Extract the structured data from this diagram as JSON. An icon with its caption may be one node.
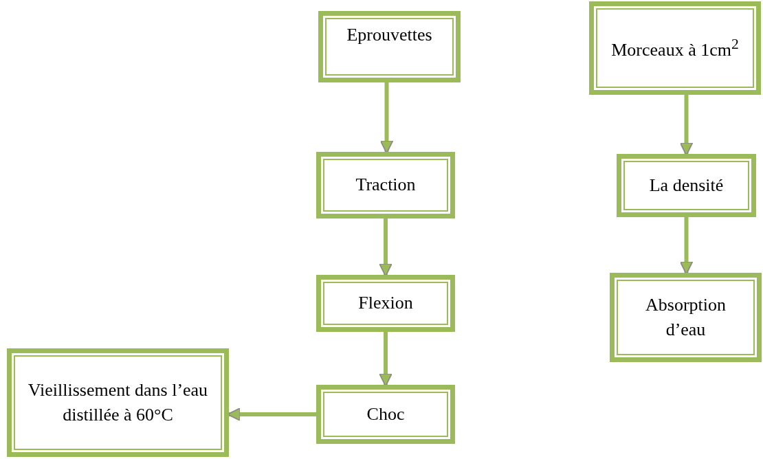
{
  "diagram": {
    "nodes": [
      {
        "text": [
          "Eprouvettes"
        ]
      },
      {
        "text": [
          "Morceaux à 1cm$^{2}$"
        ]
      },
      {
        "text": [
          "Traction"
        ]
      },
      {
        "text": [
          "La densité"
        ]
      },
      {
        "text": [
          "Flexion"
        ]
      },
      {
        "text": [
          "Absorption d’eau"
        ]
      },
      {
        "text": [
          "Vieillissement dans l’eau distillée à 60°C"
        ]
      },
      {
        "text": [
          "Choc"
        ]
      }
    ],
    "edges": [
      {
        "from": 0,
        "to": 2,
        "arrow": "to"
      },
      {
        "from": 2,
        "to": 4,
        "arrow": "to"
      },
      {
        "from": 4,
        "to": 7,
        "arrow": "to"
      },
      {
        "from": 7,
        "to": 6,
        "arrow": "to"
      },
      {
        "from": 1,
        "to": 3,
        "arrow": "to"
      },
      {
        "from": 3,
        "to": 5,
        "arrow": "to"
      }
    ]
  }
}
